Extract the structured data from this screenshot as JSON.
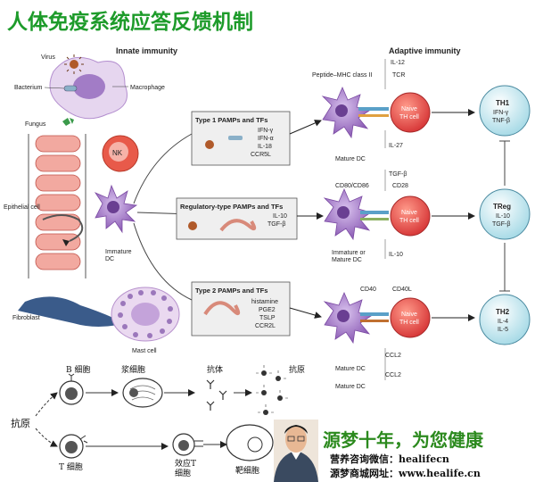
{
  "title": "人体免疫系统应答反馈机制",
  "colors": {
    "title_green": "#1d9b2a",
    "slogan_green": "#2c8a1e",
    "dc_purple": "#9c6fc0",
    "naive_red": "#e05050",
    "th_blue": "#bfe6ee",
    "box_fill": "#efefef"
  },
  "headers": {
    "innate": "Innate immunity",
    "adaptive": "Adaptive immunity"
  },
  "innate_labels": {
    "virus": "Virus",
    "bacterium": "Bacterium",
    "macrophage": "Macrophage",
    "fungus": "Fungus",
    "nk": "NK",
    "epithelial": "Epithelial cell",
    "immature_dc": "Immature\nDC",
    "fibroblast": "Fibroblast",
    "mast": "Mast cell"
  },
  "boxes": [
    {
      "title": "Type 1 PAMPs and TFs",
      "items": [
        "IFN-γ",
        "IFN-α",
        "IL-18",
        "CCR5L"
      ]
    },
    {
      "title": "Regulatory-type PAMPs and TFs",
      "items": [
        "IL-10",
        "TGF-β"
      ]
    },
    {
      "title": "Type 2 PAMPs and TFs",
      "items": [
        "histamine",
        "PGE2",
        "TSLP",
        "CCR2L"
      ]
    }
  ],
  "adaptive_labels": {
    "peptide": "Peptide–MHC class II",
    "il12": "IL-12",
    "tcr": "TCR",
    "il27": "IL-27",
    "mature_dc": "Mature DC",
    "tgfb": "TGF-β",
    "cd80": "CD80/CD86",
    "cd28": "CD28",
    "il10": "IL-10",
    "immature_or": "Immature or\nMature DC",
    "cd40": "CD40",
    "cd40l": "CD40L",
    "ccl2": "CCL2",
    "mature_dc3": "Mature DC",
    "ccl2b": "CCL2",
    "mature_dc4": "Mature DC"
  },
  "naive": [
    "Naive\nTH cell",
    "Naive\nTH cell",
    "Naive\nTH cell"
  ],
  "th_cells": [
    {
      "name": "TH1",
      "lines": [
        "IFN-γ",
        "TNF-β"
      ]
    },
    {
      "name": "TReg",
      "lines": [
        "IL-10",
        "TGF-β"
      ]
    },
    {
      "name": "TH2",
      "lines": [
        "IL-4",
        "IL-5"
      ]
    }
  ],
  "bottom": {
    "antigen": "抗原",
    "b_cell": "B 细胞",
    "plasma": "浆细胞",
    "antibody": "抗体",
    "antigen2": "抗原",
    "t_cell": "T 细胞",
    "effector": "效应T\n细胞",
    "target": "靶细胞"
  },
  "slogan": {
    "main": "源梦十年，为您健康",
    "line1": "营养咨询微信：healifecn",
    "line2": "源梦商城网址：www.healife.cn"
  }
}
